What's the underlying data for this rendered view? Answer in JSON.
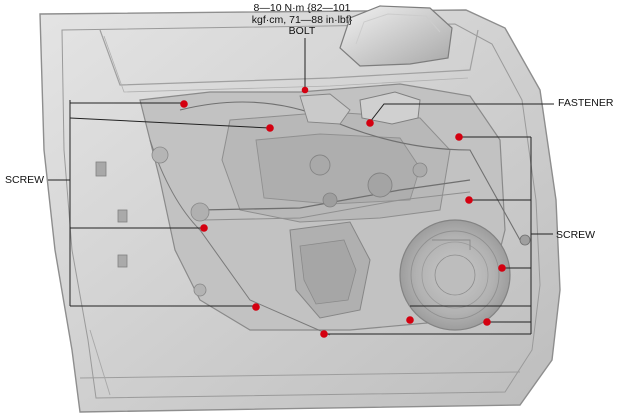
{
  "labels": {
    "torque_line1": "8—10 N·m {82—101",
    "torque_line2": "kgf·cm, 71—88 in·lbf}",
    "torque_line3": "BOLT",
    "fastener": "FASTENER",
    "screw_left": "SCREW",
    "screw_right": "SCREW"
  },
  "colors": {
    "marker": "#d40010",
    "leader": "#222222",
    "door_outer": "#d5d5d5",
    "door_panel": "#c6c6c6",
    "door_edge": "#8e8e8e",
    "inner_panel": "#b5b5b5",
    "background": "#ffffff"
  }
}
